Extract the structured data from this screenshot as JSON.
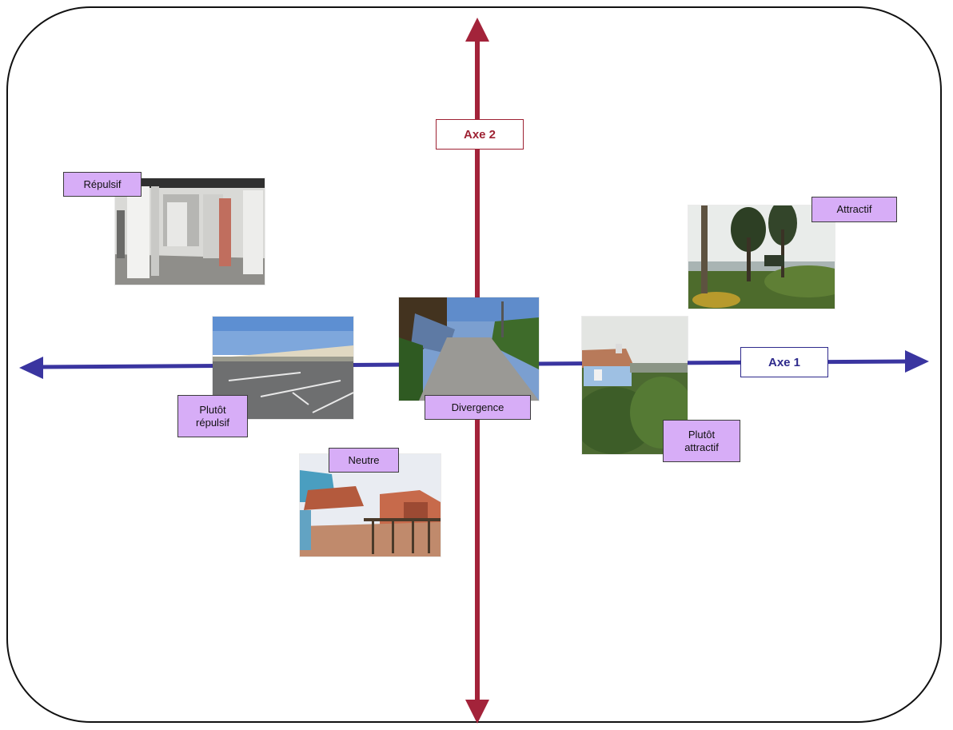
{
  "axes": {
    "axis1_label": "Axe 1",
    "axis2_label": "Axe 2",
    "axis1_color": "#3a35a0",
    "axis2_color": "#a3233a"
  },
  "photos": {
    "repulsif": "Répulsif",
    "attractif": "Attractif",
    "plutot_repulsif": "Plutôt répulsif",
    "divergence": "Divergence",
    "plutot_attractif": "Plutôt attractif",
    "neutre": "Neutre"
  },
  "label_color": "#d7adf7"
}
